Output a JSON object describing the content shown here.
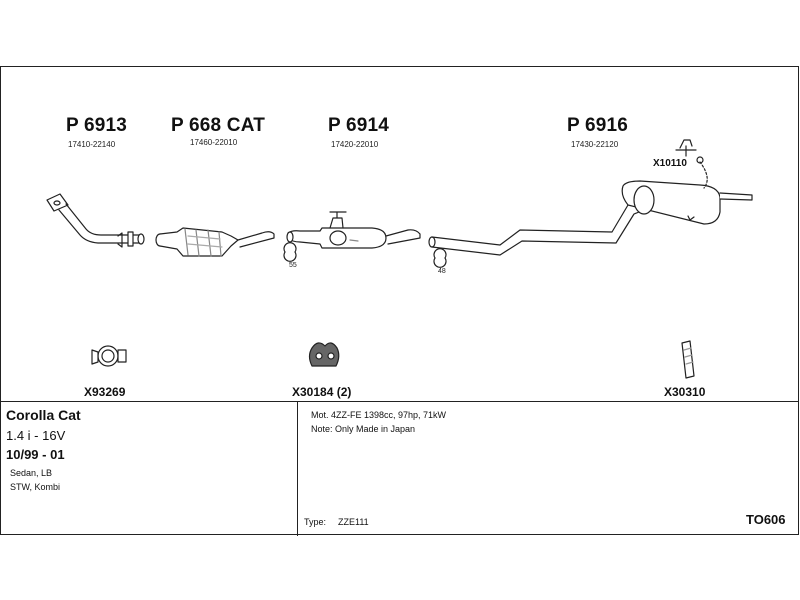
{
  "parts": [
    {
      "number": "P 6913",
      "oem": "17410-22140"
    },
    {
      "number": "P 668 CAT",
      "oem": "17460-22010"
    },
    {
      "number": "P 6914",
      "oem": "17420-22010"
    },
    {
      "number": "P 6916",
      "oem": "17430-22120"
    }
  ],
  "hanger_top": "X10110",
  "clamp_labels": [
    "55",
    "48"
  ],
  "accessories": [
    {
      "code": "X93269",
      "icon": "clamp-icon"
    },
    {
      "code": "X30184 (2)",
      "icon": "rubber-mount-icon"
    },
    {
      "code": "X30310",
      "icon": "bolt-icon"
    }
  ],
  "vehicle": {
    "model": "Corolla Cat",
    "engine": "1.4 i - 16V",
    "years": "10/99 - 01",
    "body1": "Sedan, LB",
    "body2": "STW, Kombi"
  },
  "notes": {
    "line1": "Mot. 4ZZ-FE 1398cc, 97hp, 71kW",
    "line2": "Note: Only Made in Japan",
    "type_label": "Type:",
    "type_value": "ZZE111"
  },
  "diagram_code": "TO606",
  "colors": {
    "line": "#222222",
    "part_fill": "#ffffff",
    "shade": "#9a9a9a"
  }
}
